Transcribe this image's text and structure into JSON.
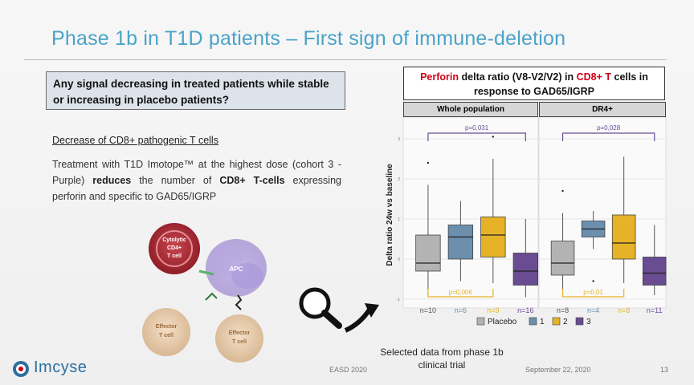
{
  "slide": {
    "title": "Phase 1b in T1D patients – First sign of immune-deletion",
    "question": "Any signal decreasing in treated patients while stable or increasing in placebo patients?",
    "subheading": "Decrease of CD8+ pathogenic T cells",
    "paragraph": {
      "part1": "Treatment with T1D Imotope™ at the highest dose (cohort 3 - Purple) ",
      "bold1": "reduces",
      "part2": " the number of ",
      "bold2": "CD8+ T-cells",
      "part3": " expressing perforin and specific to GAD65/IGRP"
    },
    "chart_caption": "Selected data from phase 1b clinical trial",
    "footer": {
      "event": "EASD 2020",
      "date": "September 22, 2020",
      "page": "13"
    },
    "logo_text": "Imcyse"
  },
  "illustration": {
    "cytolytic_cell": "Cytolytic CD4+ T cell",
    "apc": "APC",
    "effector1": "Effector T cell",
    "effector2": "Effector T cell"
  },
  "colors": {
    "title": "#4aa3c8",
    "placebo": "#b3b3b3",
    "dose1": "#6b8fad",
    "dose2": "#e6b227",
    "dose3": "#6a4c93",
    "bracket_top": "#6a4c93",
    "bracket_bottom": "#e6b227"
  },
  "chart_data": {
    "type": "box",
    "title": {
      "red1": "Perforin",
      "mid1": " delta ratio (V8-V2/V2) in ",
      "red2": "CD8+ T",
      "mid2": " cells in response to GAD65/IGRP"
    },
    "ylabel": "Delta ratio 24w vs baseline",
    "ylim": [
      -1.1,
      3.3
    ],
    "yticks": [
      -1,
      0,
      1,
      2,
      3
    ],
    "legend": [
      "Placebo",
      "1",
      "2",
      "3"
    ],
    "legend_position": "bottom",
    "panels": [
      {
        "name": "Whole population",
        "p_top": "p=0,031",
        "p_bottom": "p=0,006",
        "groups": [
          {
            "label": "n=10",
            "q1": -0.3,
            "median": -0.1,
            "q3": 0.6,
            "min": -0.95,
            "max": 1.85,
            "outliers": [
              2.4
            ]
          },
          {
            "label": "n=6",
            "q1": 0.0,
            "median": 0.55,
            "q3": 0.85,
            "min": -0.55,
            "max": 1.45,
            "outliers": []
          },
          {
            "label": "n=9",
            "q1": 0.05,
            "median": 0.6,
            "q3": 1.05,
            "min": -0.6,
            "max": 2.5,
            "outliers": [
              3.05
            ]
          },
          {
            "label": "n=16",
            "q1": -0.65,
            "median": -0.3,
            "q3": 0.15,
            "min": -0.95,
            "max": 1.0,
            "outliers": []
          }
        ]
      },
      {
        "name": "DR4+",
        "p_top": "p=0,028",
        "p_bottom": "p=0,01",
        "groups": [
          {
            "label": "n=8",
            "q1": -0.4,
            "median": -0.1,
            "q3": 0.45,
            "min": -0.9,
            "max": 1.15,
            "outliers": [
              1.7
            ]
          },
          {
            "label": "n=4",
            "q1": 0.55,
            "median": 0.75,
            "q3": 0.95,
            "min": 0.25,
            "max": 1.2,
            "outliers": [
              -0.55
            ]
          },
          {
            "label": "n=8",
            "q1": 0.0,
            "median": 0.4,
            "q3": 1.1,
            "min": -0.6,
            "max": 2.55,
            "outliers": []
          },
          {
            "label": "n=11",
            "q1": -0.65,
            "median": -0.35,
            "q3": 0.05,
            "min": -0.9,
            "max": 0.85,
            "outliers": []
          }
        ]
      }
    ]
  }
}
